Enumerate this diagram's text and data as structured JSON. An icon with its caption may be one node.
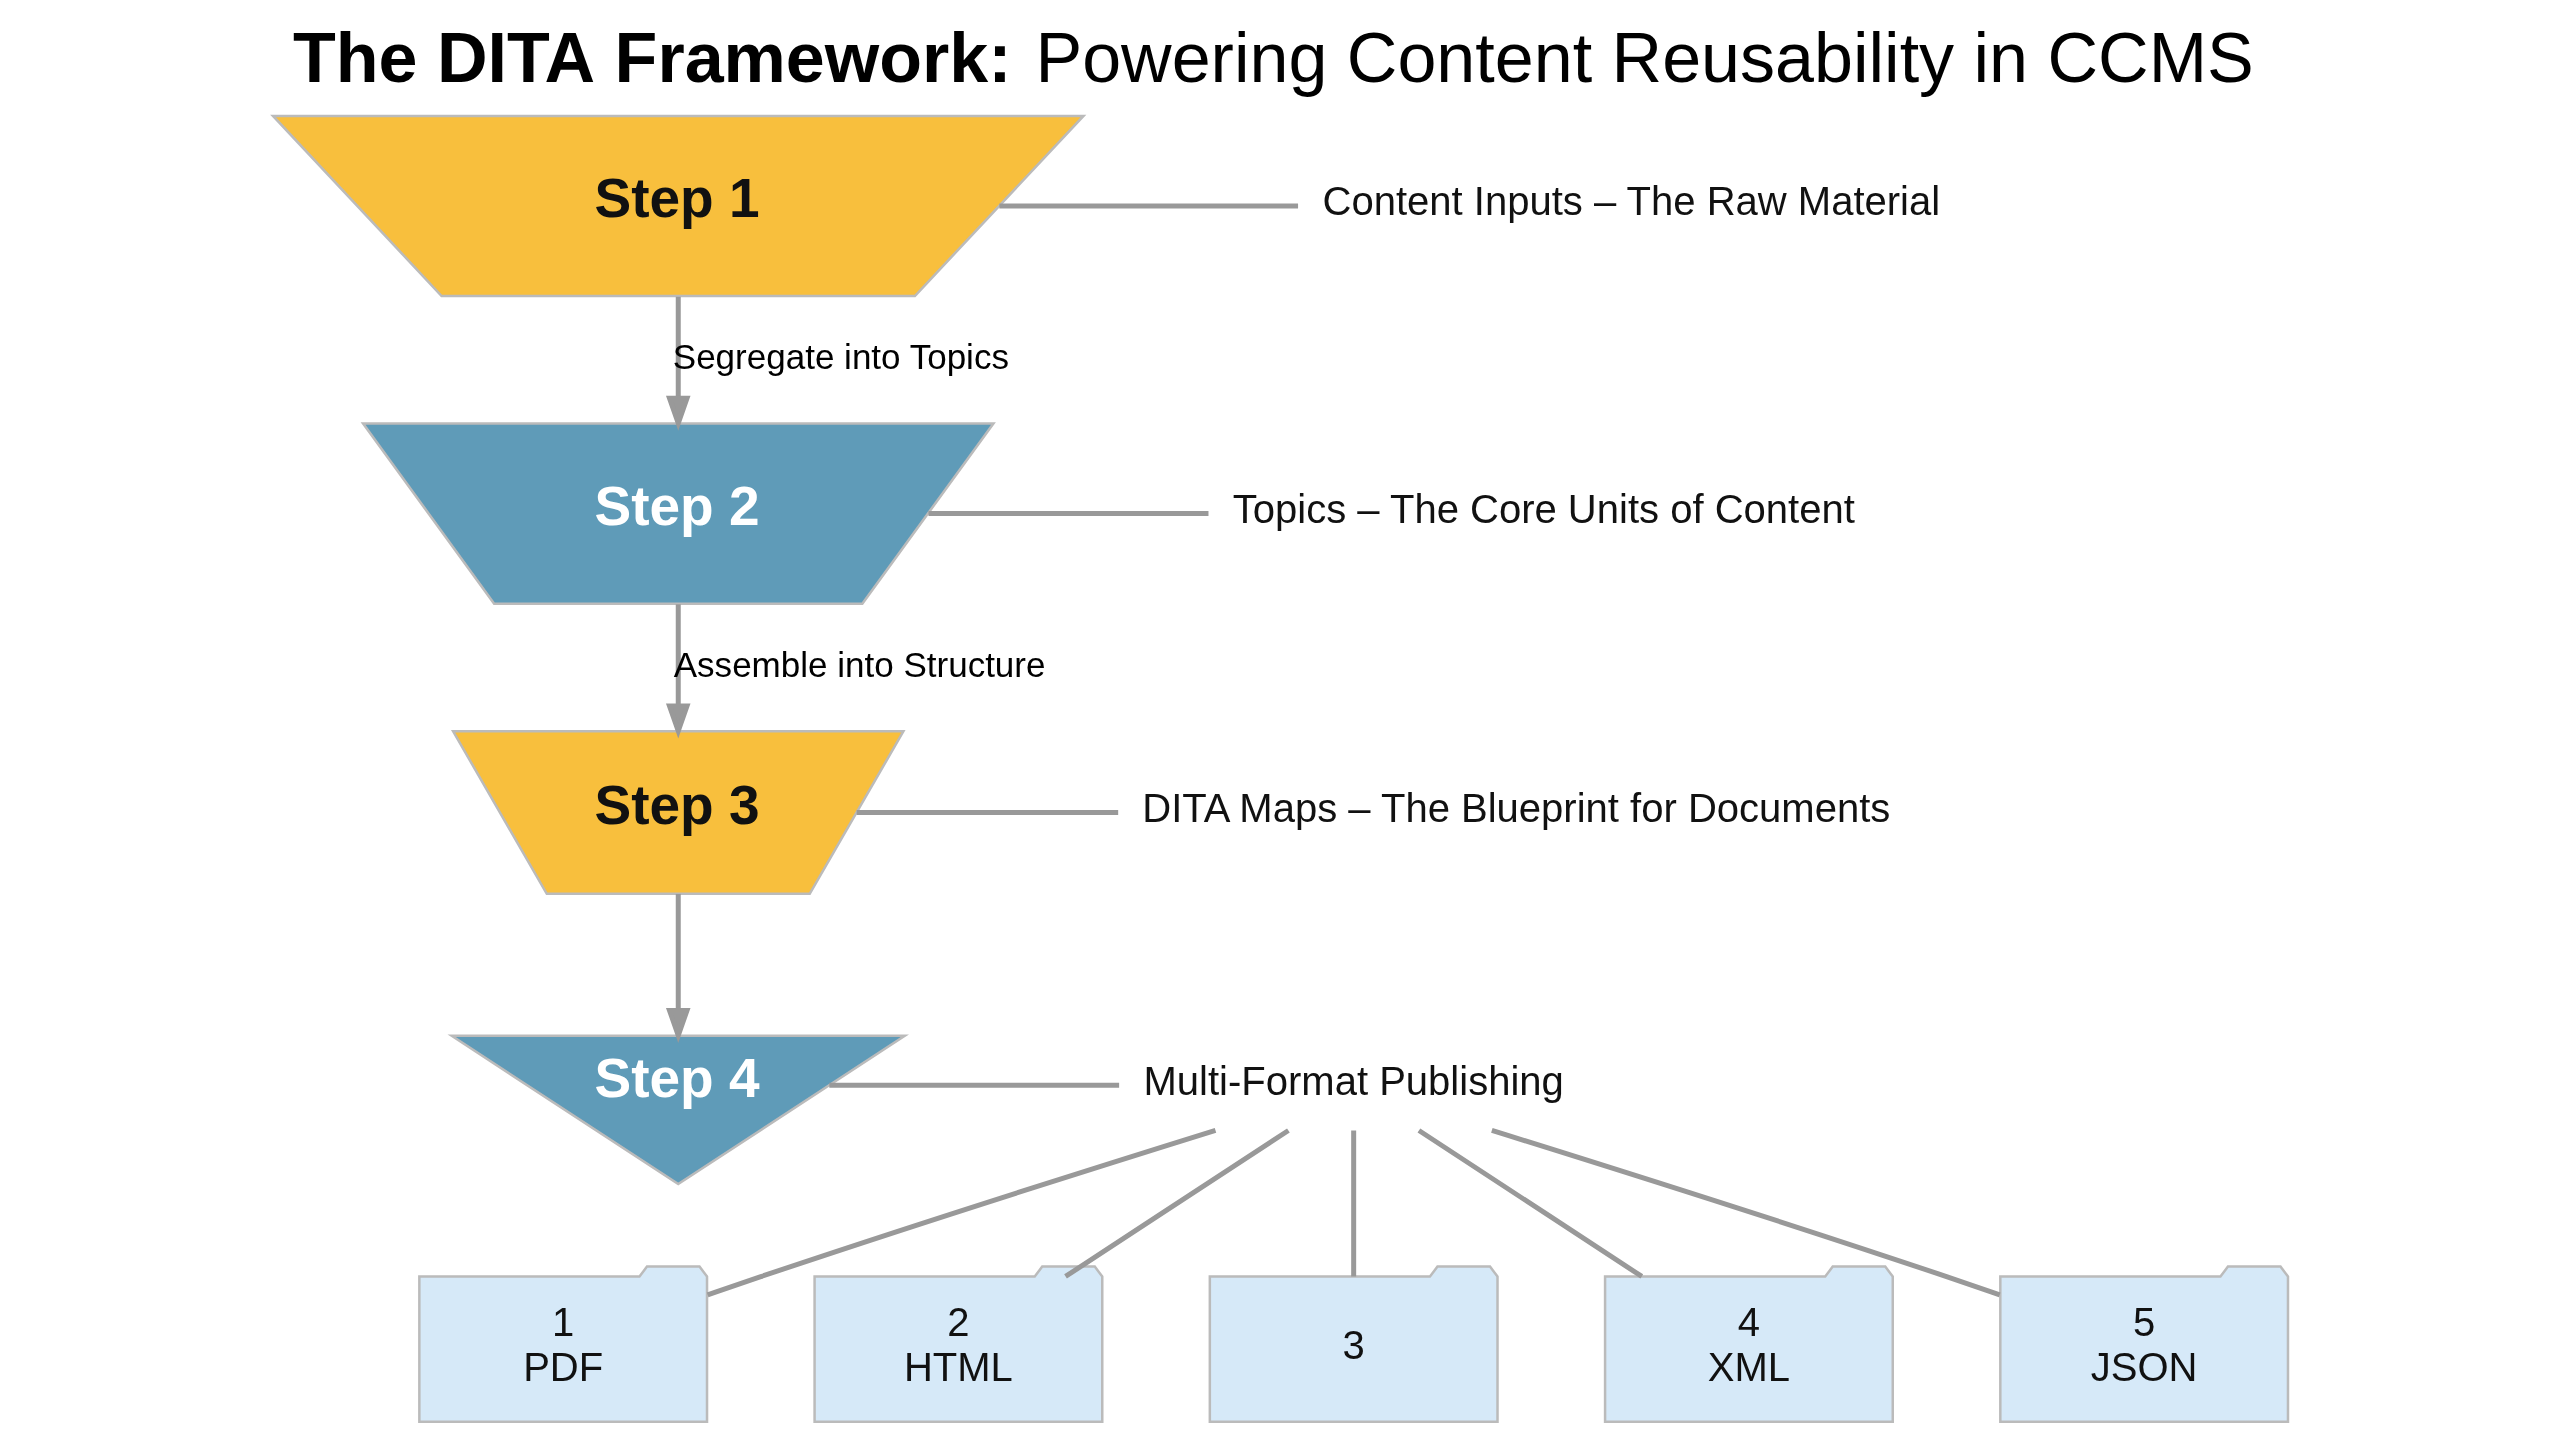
{
  "diagram": {
    "title": "**The DITA Framework:** Powering Content Reusability in CCMS",
    "nodes": [
      {
        "text": [
          "Step 1"
        ]
      },
      {
        "text": [
          "Step 2"
        ]
      },
      {
        "text": [
          "Step 3"
        ]
      },
      {
        "text": [
          "Step 4"
        ]
      },
      {
        "text": [
          "Content Inputs – The Raw Material"
        ]
      },
      {
        "text": [
          "Topics – The Core Units of Content"
        ]
      },
      {
        "text": [
          "DITA Maps – The Blueprint for Documents"
        ]
      },
      {
        "text": [
          "Multi-Format Publishing"
        ]
      },
      {
        "text": [
          "1",
          "PDF"
        ]
      },
      {
        "text": [
          "2",
          "HTML"
        ]
      },
      {
        "text": [
          "3"
        ]
      },
      {
        "text": [
          "4",
          "XML"
        ]
      },
      {
        "text": [
          "5",
          "JSON"
        ]
      }
    ],
    "edges": [
      {
        "from": 0,
        "to": 1,
        "arrow": "to",
        "label": "Segregate into Topics"
      },
      {
        "from": 1,
        "to": 2,
        "arrow": "to",
        "label": "Assemble into Structure"
      },
      {
        "from": 2,
        "to": 3,
        "arrow": "to"
      },
      {
        "from": 0,
        "to": 4,
        "arrow": "none"
      },
      {
        "from": 1,
        "to": 5,
        "arrow": "none"
      },
      {
        "from": 2,
        "to": 6,
        "arrow": "none"
      },
      {
        "from": 3,
        "to": 7,
        "arrow": "none"
      },
      {
        "from": 7,
        "to": 8,
        "arrow": "none"
      },
      {
        "from": 7,
        "to": 9,
        "arrow": "none"
      },
      {
        "from": 7,
        "to": 10,
        "arrow": "none"
      },
      {
        "from": 7,
        "to": 11,
        "arrow": "none"
      },
      {
        "from": 7,
        "to": 12,
        "arrow": "none"
      }
    ]
  }
}
